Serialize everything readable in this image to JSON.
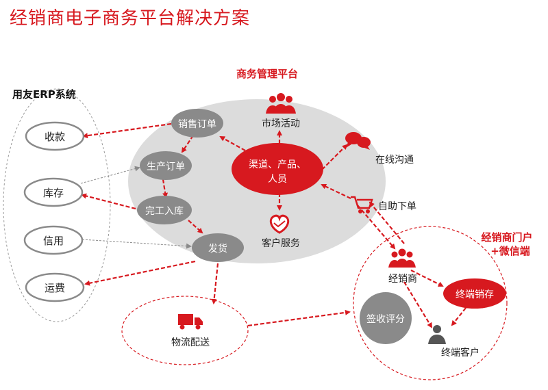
{
  "title": "经销商电子商务平台解决方案",
  "colors": {
    "accent": "#d7191f",
    "gray_node": "#8a8a8a",
    "platform_bg": "#dcdcdc",
    "dark_icon": "#555555"
  },
  "erp": {
    "title": "用友ERP系统",
    "items": [
      "收款",
      "库存",
      "信用",
      "运费"
    ]
  },
  "platform": {
    "title": "商务管理平台",
    "center": [
      "渠道、产品、",
      "人员"
    ],
    "nodes": {
      "sales_order": "销售订单",
      "production_order": "生产订单",
      "completion": "完工入库",
      "shipping": "发货"
    },
    "features": {
      "market": "市场活动",
      "online": "在线沟通",
      "self_order": "自助下单",
      "service": "客户服务"
    }
  },
  "logistics": {
    "label": "物流配送"
  },
  "portal": {
    "title": [
      "经销商门户",
      "+微信端"
    ],
    "dealer": "经销商",
    "terminal_sales": "终端销存",
    "receipt": "签收评分",
    "terminal_customer": "终端客户"
  },
  "icons": [
    "people-group-icon",
    "chat-bubbles-icon",
    "shopping-cart-icon",
    "handshake-heart-icon",
    "delivery-truck-icon",
    "person-icon"
  ]
}
